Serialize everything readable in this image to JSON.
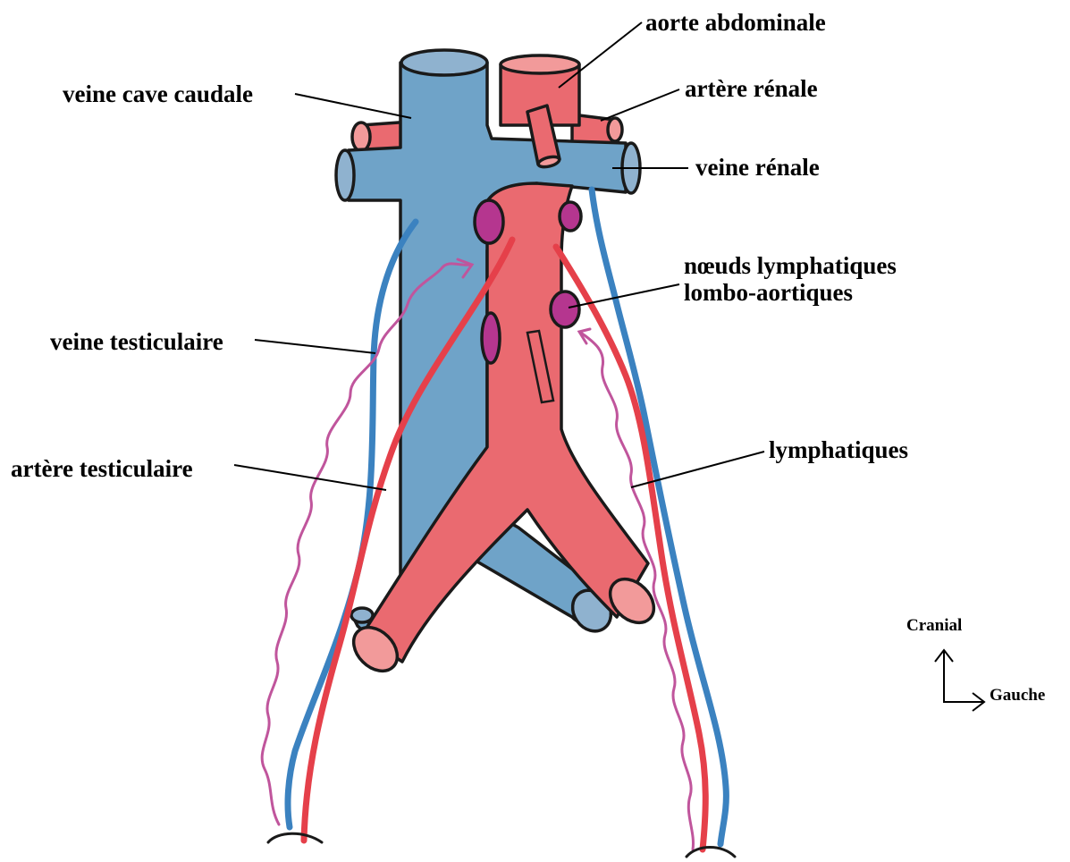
{
  "colors": {
    "vein": "#6fa3c8",
    "vein_inner": "#8fb2cf",
    "artery": "#ea6a70",
    "artery_inner": "#f29a9a",
    "node": "#b5368f",
    "lymph_line": "#c0559c",
    "vessel_line_blue": "#3b82c0",
    "vessel_line_red": "#e5404a"
  },
  "labels": {
    "aorte_abdominale": "aorte abdominale",
    "veine_cave_caudale": "veine cave caudale",
    "artere_renale": "artère rénale",
    "veine_renale": "veine rénale",
    "noeuds_line1": "nœuds lymphatiques",
    "noeuds_line2": "lombo-aortiques",
    "veine_testiculaire": "veine testiculaire",
    "artere_testiculaire": "artère testiculaire",
    "lymphatiques": "lymphatiques"
  },
  "orientation": {
    "up": "Cranial",
    "right": "Gauche"
  }
}
